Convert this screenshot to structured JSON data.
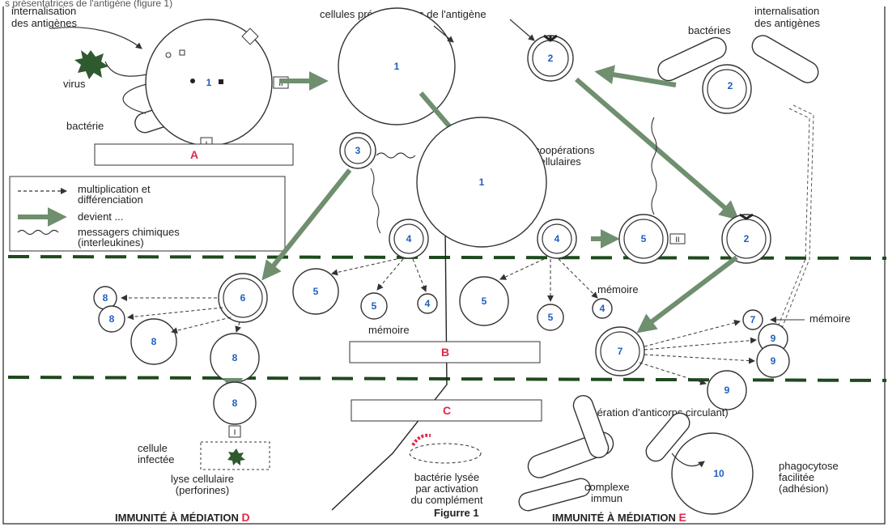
{
  "labels": {
    "top_partial": "s présentatrices de l'antigène (figure 1)",
    "internalisation_l1": "internalisation",
    "internalisation_l2": "des antigènes",
    "cellules_presentatrices": "cellules présentatrices de l'antigène",
    "internalisation_r1": "internalisation",
    "internalisation_r2": "des antigènes",
    "bacteries": "bactéries",
    "virus": "virus",
    "bacterie": "bactérie",
    "cooperations_l1": "coopérations",
    "cooperations_l2": "cellulaires",
    "memoire_1": "mémoire",
    "memoire_2": "mémoire",
    "memoire_3": "mémoire",
    "liberation": "(libération d'anticorps circulant)",
    "cellule_l1": "cellule",
    "cellule_l2": "infectée",
    "lyse_l1": "lyse cellulaire",
    "lyse_l2": "(perforines)",
    "bacterie_lysee_l1": "bactérie lysée",
    "bacterie_lysee_l2": "par activation",
    "bacterie_lysee_l3": "du complément",
    "complexe_l1": "complexe",
    "complexe_l2": "immun",
    "phago_l1": "phagocytose",
    "phago_l2": "facilitée",
    "phago_l3": "(adhésion)",
    "figure_caption": "Figurre 1",
    "immunite_d_text": "IMMUNITÉ À MÉDIATION ",
    "immunite_d_letter": "D",
    "immunite_e_text": "IMMUNITÉ À MÉDIATION ",
    "immunite_e_letter": "E"
  },
  "legend": {
    "item1_l1": "multiplication et",
    "item1_l2": "différenciation",
    "item2": "devient ...",
    "item3_l1": "messagers chimiques",
    "item3_l2": "(interleukines)"
  },
  "boxes": {
    "A": "A",
    "B": "B",
    "C": "C"
  },
  "roman": {
    "I": "I",
    "II": "II"
  },
  "cell_numbers": {
    "c1a": "1",
    "c1b": "1",
    "c1c": "1",
    "c2a": "2",
    "c2b": "2",
    "c2c": "2",
    "c3": "3",
    "c4a": "4",
    "c4b": "4",
    "c4m1": "4",
    "c4m2": "4",
    "c5a": "5",
    "c5b": "5",
    "c5c": "5",
    "c5d": "5",
    "c5e": "5",
    "c6": "6",
    "c7a": "7",
    "c7b": "7",
    "c8a": "8",
    "c8b": "8",
    "c8c": "8",
    "c8d": "8",
    "c8e": "8",
    "c9a": "9",
    "c9b": "9",
    "c9c": "9",
    "c10": "10"
  },
  "colors": {
    "arrow_green": "#6f8f6f",
    "dash_green": "#1e4a1e",
    "number_blue": "#1f5fbf",
    "letter_red": "#e0284d",
    "virus_green": "#2f5a2f"
  }
}
